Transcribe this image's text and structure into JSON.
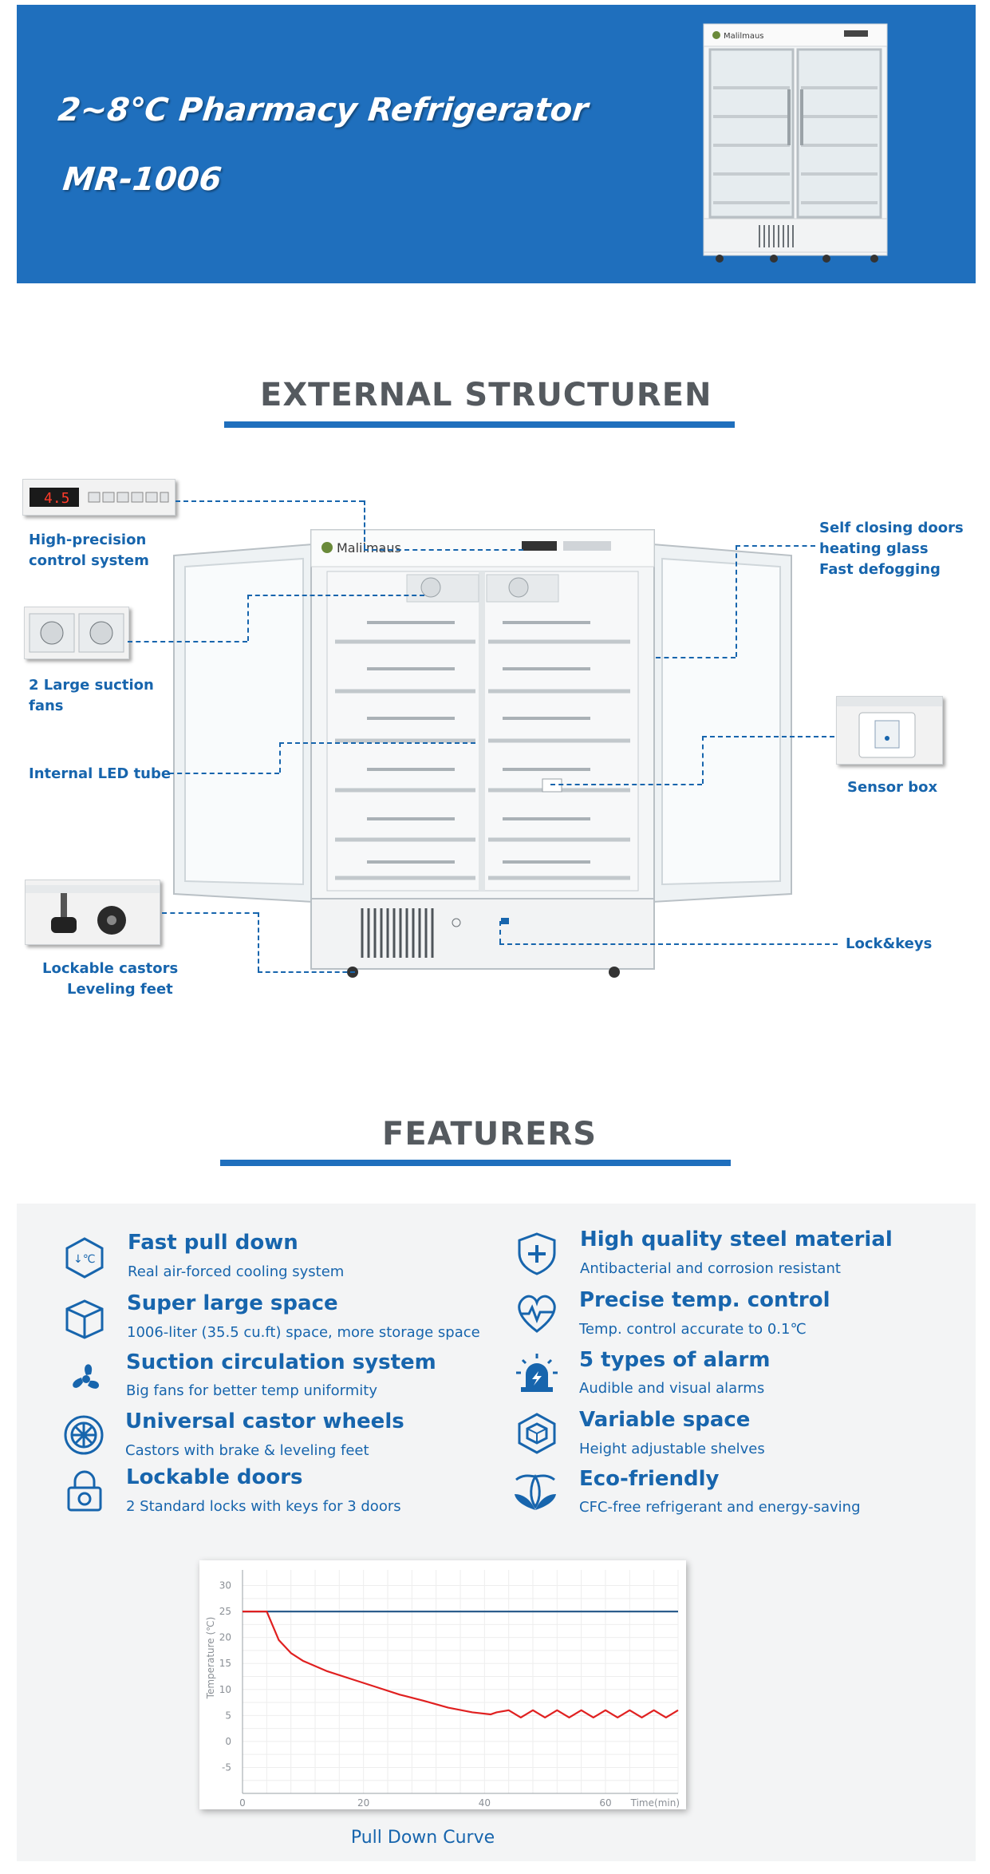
{
  "banner": {
    "title": "2~8℃ Pharmacy Refrigerator",
    "model": "MR-1006",
    "brand_logo_text": "Malilmaus"
  },
  "external": {
    "heading": "EXTERNAL STRUCTUREN",
    "brand": "Malilmaus",
    "display_value": "4.5",
    "callouts": {
      "control": [
        "High-precision",
        "control system"
      ],
      "fans": [
        "2 Large suction",
        "fans"
      ],
      "led": "Internal LED tube",
      "castors": [
        "Lockable castors",
        "Leveling feet"
      ],
      "doors": [
        "Self closing doors",
        "heating glass",
        "Fast defogging"
      ],
      "sensor": "Sensor box",
      "lock": "Lock&keys"
    }
  },
  "features": {
    "heading": "FEATURERS",
    "left": [
      {
        "icon": "cooling-icon",
        "title": "Fast pull down",
        "desc": "Real air-forced cooling system"
      },
      {
        "icon": "cube-icon",
        "title": "Super large space",
        "desc": "1006-liter (35.5 cu.ft) space,  more storage space"
      },
      {
        "icon": "fan-icon",
        "title": "Suction circulation system",
        "desc": "Big fans for better temp uniformity"
      },
      {
        "icon": "wheel-icon",
        "title": "Universal castor wheels",
        "desc": "Castors with brake & leveling feet"
      },
      {
        "icon": "lock-icon",
        "title": "Lockable doors",
        "desc": "2 Standard locks with keys for 3 doors"
      }
    ],
    "right": [
      {
        "icon": "shield-plus-icon",
        "title": "High quality steel material",
        "desc": "Antibacterial and corrosion resistant"
      },
      {
        "icon": "pulse-icon",
        "title": "Precise temp. control",
        "desc": "Temp. control  accurate to 0.1℃"
      },
      {
        "icon": "alarm-icon",
        "title": "5 types of alarm",
        "desc": "Audible and visual alarms"
      },
      {
        "icon": "box-icon",
        "title": "Variable space",
        "desc": "Height adjustable shelves"
      },
      {
        "icon": "leaf-icon",
        "title": "Eco-friendly",
        "desc": "CFC-free refrigerant and energy-saving"
      }
    ]
  },
  "chart_data": {
    "type": "line",
    "title": "Pull Down Curve",
    "xlabel": "Time(min)",
    "ylabel": "Temperature (℃)",
    "xlim": [
      0,
      72
    ],
    "ylim": [
      -10,
      33
    ],
    "xticks": [
      0,
      20,
      40,
      60
    ],
    "yticks": [
      30,
      25,
      20,
      15,
      10,
      5,
      0,
      -5
    ],
    "grid": true,
    "colors": {
      "ambient": "#2b5d8c",
      "cabinet": "#e02020"
    },
    "series": [
      {
        "key": "ambient",
        "x": [
          0,
          72
        ],
        "y": [
          25,
          25
        ]
      },
      {
        "key": "cabinet",
        "x": [
          0,
          4,
          6,
          8,
          10,
          14,
          18,
          22,
          26,
          30,
          34,
          38,
          41,
          42,
          44,
          46,
          48,
          50,
          52,
          54,
          56,
          58,
          60,
          62,
          64,
          66,
          68,
          70,
          72
        ],
        "y": [
          25,
          25,
          19.5,
          17,
          15.5,
          13.5,
          12,
          10.5,
          9,
          7.8,
          6.5,
          5.6,
          5.2,
          5.6,
          6,
          4.6,
          6,
          4.6,
          6,
          4.6,
          6,
          4.6,
          6,
          4.6,
          6,
          4.6,
          6,
          4.6,
          6
        ]
      }
    ]
  }
}
